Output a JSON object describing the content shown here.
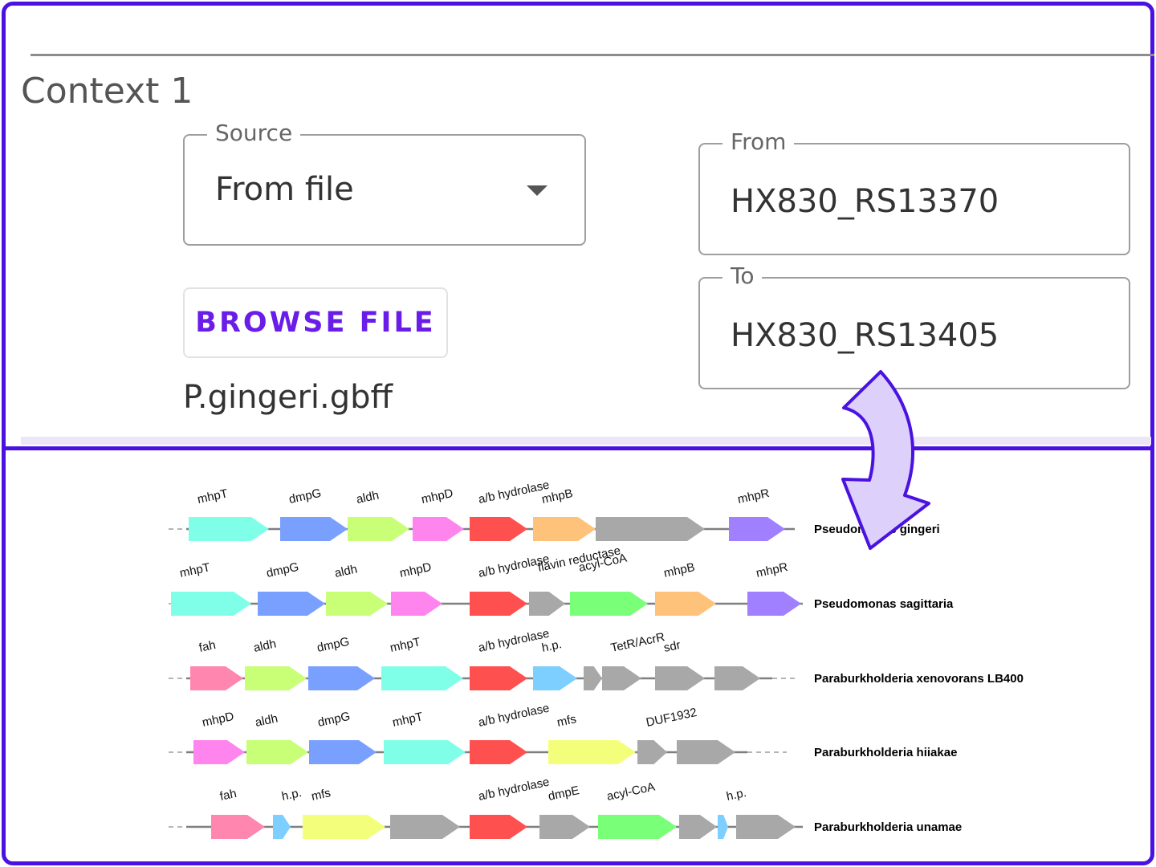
{
  "context": {
    "title": "Context 1",
    "source": {
      "label": "Source",
      "value": "From file"
    },
    "browse_label": "BROWSE FILE",
    "file_name": "P.gingeri.gbff",
    "from": {
      "label": "From",
      "value": "HX830_RS13370"
    },
    "to": {
      "label": "To",
      "value": "HX830_RS13405"
    }
  },
  "colors": {
    "frame": "#4a12e0",
    "arrow_fill": "#ddd0fb",
    "mhpT": "#7fffe8",
    "dmpG": "#7aa0ff",
    "aldh": "#c8ff77",
    "mhpD": "#ff85ee",
    "hydrolase": "#ff5050",
    "mhpB": "#ffc27a",
    "mhpR": "#a080ff",
    "other": "#a8a8a8",
    "flavin": "#7aff78",
    "fah": "#ff86ae",
    "hp": "#7ccfff",
    "mfs": "#f3ff7a"
  },
  "clusters": [
    {
      "name": "Pseudomonas gingeri",
      "genes": [
        {
          "label": "mhpT",
          "color": "mhpT",
          "start": 235,
          "end": 335
        },
        {
          "label": "dmpG",
          "color": "dmpG",
          "start": 349,
          "end": 433
        },
        {
          "label": "aldh",
          "color": "aldh",
          "start": 433,
          "end": 510
        },
        {
          "label": "mhpD",
          "color": "mhpD",
          "start": 514,
          "end": 578
        },
        {
          "label": "a/b hydrolase",
          "color": "hydrolase",
          "start": 585,
          "end": 657
        },
        {
          "label": "mhpB",
          "color": "mhpB",
          "start": 664,
          "end": 742
        },
        {
          "label": "",
          "color": "other",
          "start": 742,
          "end": 878
        },
        {
          "label": "mhpR",
          "color": "mhpR",
          "start": 908,
          "end": 978
        }
      ]
    },
    {
      "name": "Pseudomonas sagittaria",
      "genes": [
        {
          "label": "mhpT",
          "color": "mhpT",
          "start": 213,
          "end": 313
        },
        {
          "label": "dmpG",
          "color": "dmpG",
          "start": 321,
          "end": 405
        },
        {
          "label": "aldh",
          "color": "aldh",
          "start": 406,
          "end": 483
        },
        {
          "label": "mhpD",
          "color": "mhpD",
          "start": 487,
          "end": 551
        },
        {
          "label": "a/b hydrolase",
          "color": "hydrolase",
          "start": 585,
          "end": 657
        },
        {
          "label": "flavin reductase",
          "color": "other",
          "start": 659,
          "end": 704
        },
        {
          "label": "acyl-CoA",
          "color": "flavin",
          "start": 710,
          "end": 807
        },
        {
          "label": "mhpB",
          "color": "mhpB",
          "start": 816,
          "end": 892
        },
        {
          "label": "mhpR",
          "color": "mhpR",
          "start": 931,
          "end": 998
        }
      ]
    },
    {
      "name": "Paraburkholderia xenovorans LB400",
      "genes": [
        {
          "label": "fah",
          "color": "fah",
          "start": 237,
          "end": 303
        },
        {
          "label": "aldh",
          "color": "aldh",
          "start": 305,
          "end": 382
        },
        {
          "label": "dmpG",
          "color": "dmpG",
          "start": 384,
          "end": 467
        },
        {
          "label": "mhpT",
          "color": "mhpT",
          "start": 475,
          "end": 577
        },
        {
          "label": "a/b hydrolase",
          "color": "hydrolase",
          "start": 585,
          "end": 657
        },
        {
          "label": "h.p.",
          "color": "hp",
          "start": 664,
          "end": 719
        },
        {
          "label": "",
          "color": "other",
          "start": 727,
          "end": 750
        },
        {
          "label": "TetR/AcrR",
          "color": "other",
          "start": 750,
          "end": 799
        },
        {
          "label": "sdr",
          "color": "other",
          "start": 816,
          "end": 878
        },
        {
          "label": "",
          "color": "other",
          "start": 890,
          "end": 947
        }
      ]
    },
    {
      "name": "Paraburkholderia hiiakae",
      "genes": [
        {
          "label": "mhpD",
          "color": "mhpD",
          "start": 241,
          "end": 305
        },
        {
          "label": "aldh",
          "color": "aldh",
          "start": 307,
          "end": 384
        },
        {
          "label": "dmpG",
          "color": "dmpG",
          "start": 385,
          "end": 469
        },
        {
          "label": "mhpT",
          "color": "mhpT",
          "start": 478,
          "end": 580
        },
        {
          "label": "a/b hydrolase",
          "color": "hydrolase",
          "start": 585,
          "end": 657
        },
        {
          "label": "mfs",
          "color": "mfs",
          "start": 683,
          "end": 792
        },
        {
          "label": "DUF1932",
          "color": "other",
          "start": 794,
          "end": 831
        },
        {
          "label": "",
          "color": "other",
          "start": 843,
          "end": 916
        }
      ]
    },
    {
      "name": "Paraburkholderia unamae",
      "genes": [
        {
          "label": "fah",
          "color": "fah",
          "start": 263,
          "end": 330
        },
        {
          "label": "h.p.",
          "color": "hp",
          "start": 340,
          "end": 362
        },
        {
          "label": "mfs",
          "color": "mfs",
          "start": 377,
          "end": 480
        },
        {
          "label": "",
          "color": "other",
          "start": 486,
          "end": 573
        },
        {
          "label": "a/b hydrolase",
          "color": "hydrolase",
          "start": 585,
          "end": 657
        },
        {
          "label": "dmpE",
          "color": "other",
          "start": 672,
          "end": 735
        },
        {
          "label": "acyl-CoA",
          "color": "flavin",
          "start": 745,
          "end": 843
        },
        {
          "label": "",
          "color": "other",
          "start": 846,
          "end": 893
        },
        {
          "label": "h.p.",
          "color": "hp",
          "start": 894,
          "end": 907
        },
        {
          "label": "",
          "color": "other",
          "start": 917,
          "end": 991
        }
      ]
    }
  ]
}
